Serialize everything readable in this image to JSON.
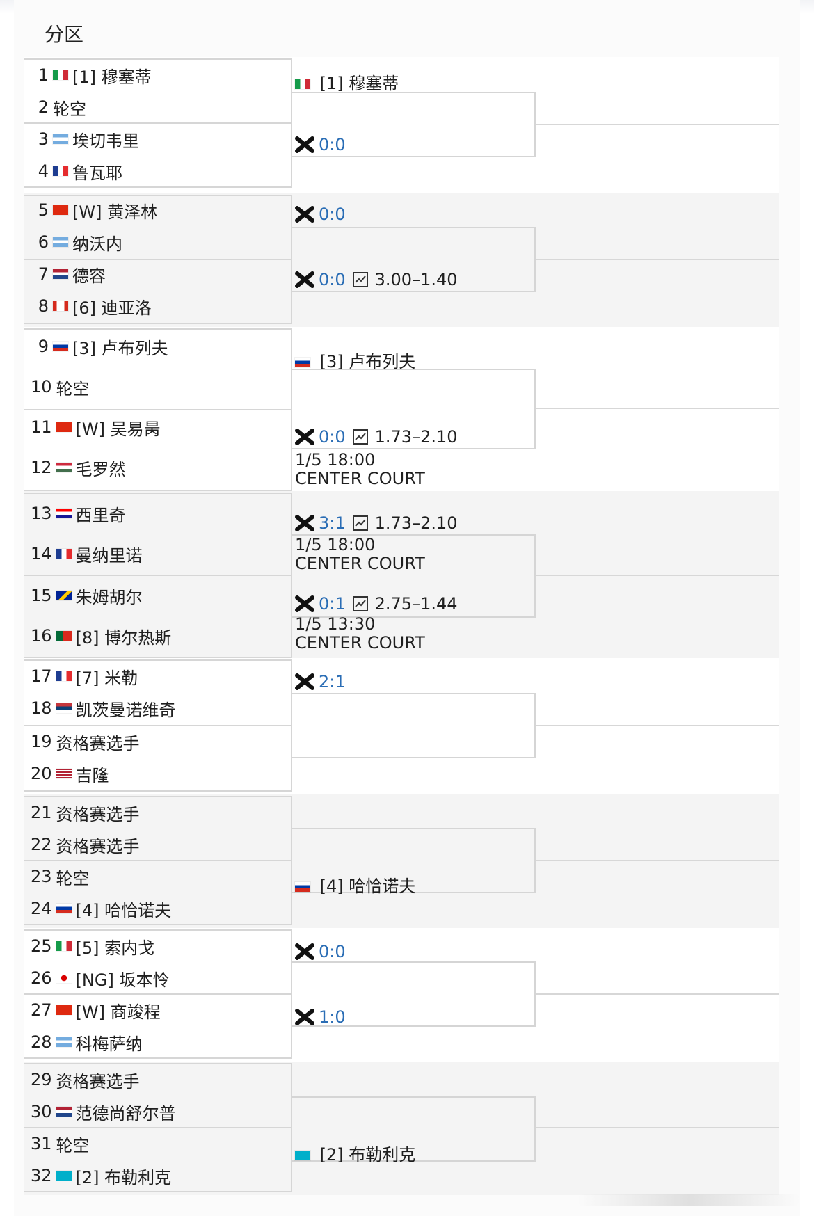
{
  "header": {
    "title": "分区"
  },
  "players": [
    {
      "num": "1",
      "flag": "italy",
      "name": "[1] 穆塞蒂"
    },
    {
      "num": "2",
      "flag": "",
      "name": "轮空"
    },
    {
      "num": "3",
      "flag": "argentina",
      "name": "埃切韦里"
    },
    {
      "num": "4",
      "flag": "france",
      "name": "鲁瓦耶"
    },
    {
      "num": "5",
      "flag": "hongkong",
      "name": "[W] 黄泽林"
    },
    {
      "num": "6",
      "flag": "argentina",
      "name": "纳沃内"
    },
    {
      "num": "7",
      "flag": "netherlands",
      "name": "德容"
    },
    {
      "num": "8",
      "flag": "canada",
      "name": "[6] 迪亚洛"
    },
    {
      "num": "9",
      "flag": "russia",
      "name": "[3] 卢布列夫"
    },
    {
      "num": "10",
      "flag": "",
      "name": "轮空"
    },
    {
      "num": "11",
      "flag": "china",
      "name": "[W] 吴易昺"
    },
    {
      "num": "12",
      "flag": "hungary",
      "name": "毛罗然"
    },
    {
      "num": "13",
      "flag": "croatia",
      "name": "西里奇"
    },
    {
      "num": "14",
      "flag": "france",
      "name": "曼纳里诺"
    },
    {
      "num": "15",
      "flag": "bosnia",
      "name": "朱姆胡尔"
    },
    {
      "num": "16",
      "flag": "portugal",
      "name": "[8] 博尔热斯"
    },
    {
      "num": "17",
      "flag": "france",
      "name": "[7] 米勒"
    },
    {
      "num": "18",
      "flag": "serbia",
      "name": "凯茨曼诺维奇"
    },
    {
      "num": "19",
      "flag": "",
      "name": "资格赛选手"
    },
    {
      "num": "20",
      "flag": "usa",
      "name": "吉隆"
    },
    {
      "num": "21",
      "flag": "",
      "name": "资格赛选手"
    },
    {
      "num": "22",
      "flag": "",
      "name": "资格赛选手"
    },
    {
      "num": "23",
      "flag": "",
      "name": "轮空"
    },
    {
      "num": "24",
      "flag": "russia",
      "name": "[4] 哈恰诺夫"
    },
    {
      "num": "25",
      "flag": "italy",
      "name": "[5] 索内戈"
    },
    {
      "num": "26",
      "flag": "japan",
      "name": "[NG] 坂本怜"
    },
    {
      "num": "27",
      "flag": "china",
      "name": "[W] 商竣程"
    },
    {
      "num": "28",
      "flag": "argentina",
      "name": "科梅萨纳"
    },
    {
      "num": "29",
      "flag": "",
      "name": "资格赛选手"
    },
    {
      "num": "30",
      "flag": "netherlands",
      "name": "范德尚舒尔普"
    },
    {
      "num": "31",
      "flag": "",
      "name": "轮空"
    },
    {
      "num": "32",
      "flag": "kazakhstan",
      "name": "[2] 布勒利克"
    }
  ],
  "round2": {
    "r1_top": {
      "flag": "italy",
      "name": "[1] 穆塞蒂"
    },
    "r1_bottom_score": "0:0",
    "r2_top_score": "0:0",
    "r2_bottom_score": "0:0",
    "r2_bottom_odds": "3.00–1.40",
    "r3_top": {
      "flag": "russia",
      "name": "[3] 卢布列夫"
    },
    "r3_bottom_score": "0:0",
    "r3_bottom_odds": "1.73–2.10",
    "r3_note_time": "1/5 18:00",
    "r3_note_court": "CENTER COURT",
    "r4_top_score": "3:1",
    "r4_top_odds": "1.73–2.10",
    "r4_top_time": "1/5 18:00",
    "r4_top_court": "CENTER COURT",
    "r4_bottom_score": "0:1",
    "r4_bottom_odds": "2.75–1.44",
    "r4_bottom_time": "1/5 13:30",
    "r4_bottom_court": "CENTER COURT",
    "r5_top_score": "2:1",
    "r6_bottom": {
      "flag": "russia",
      "name": "[4] 哈恰诺夫"
    },
    "r7_top_score": "0:0",
    "r7_bottom_score": "1:0",
    "r8_bottom": {
      "flag": "kazakhstan",
      "name": "[2] 布勒利克"
    }
  },
  "colors": {
    "score_blue": "#2a6db5",
    "line_gray": "#d6d6d6",
    "band_alt": "#f4f4f4"
  },
  "icons": {
    "tennis_crossed": "crossed-rackets-icon",
    "odds_chart": "line-chart-icon"
  }
}
